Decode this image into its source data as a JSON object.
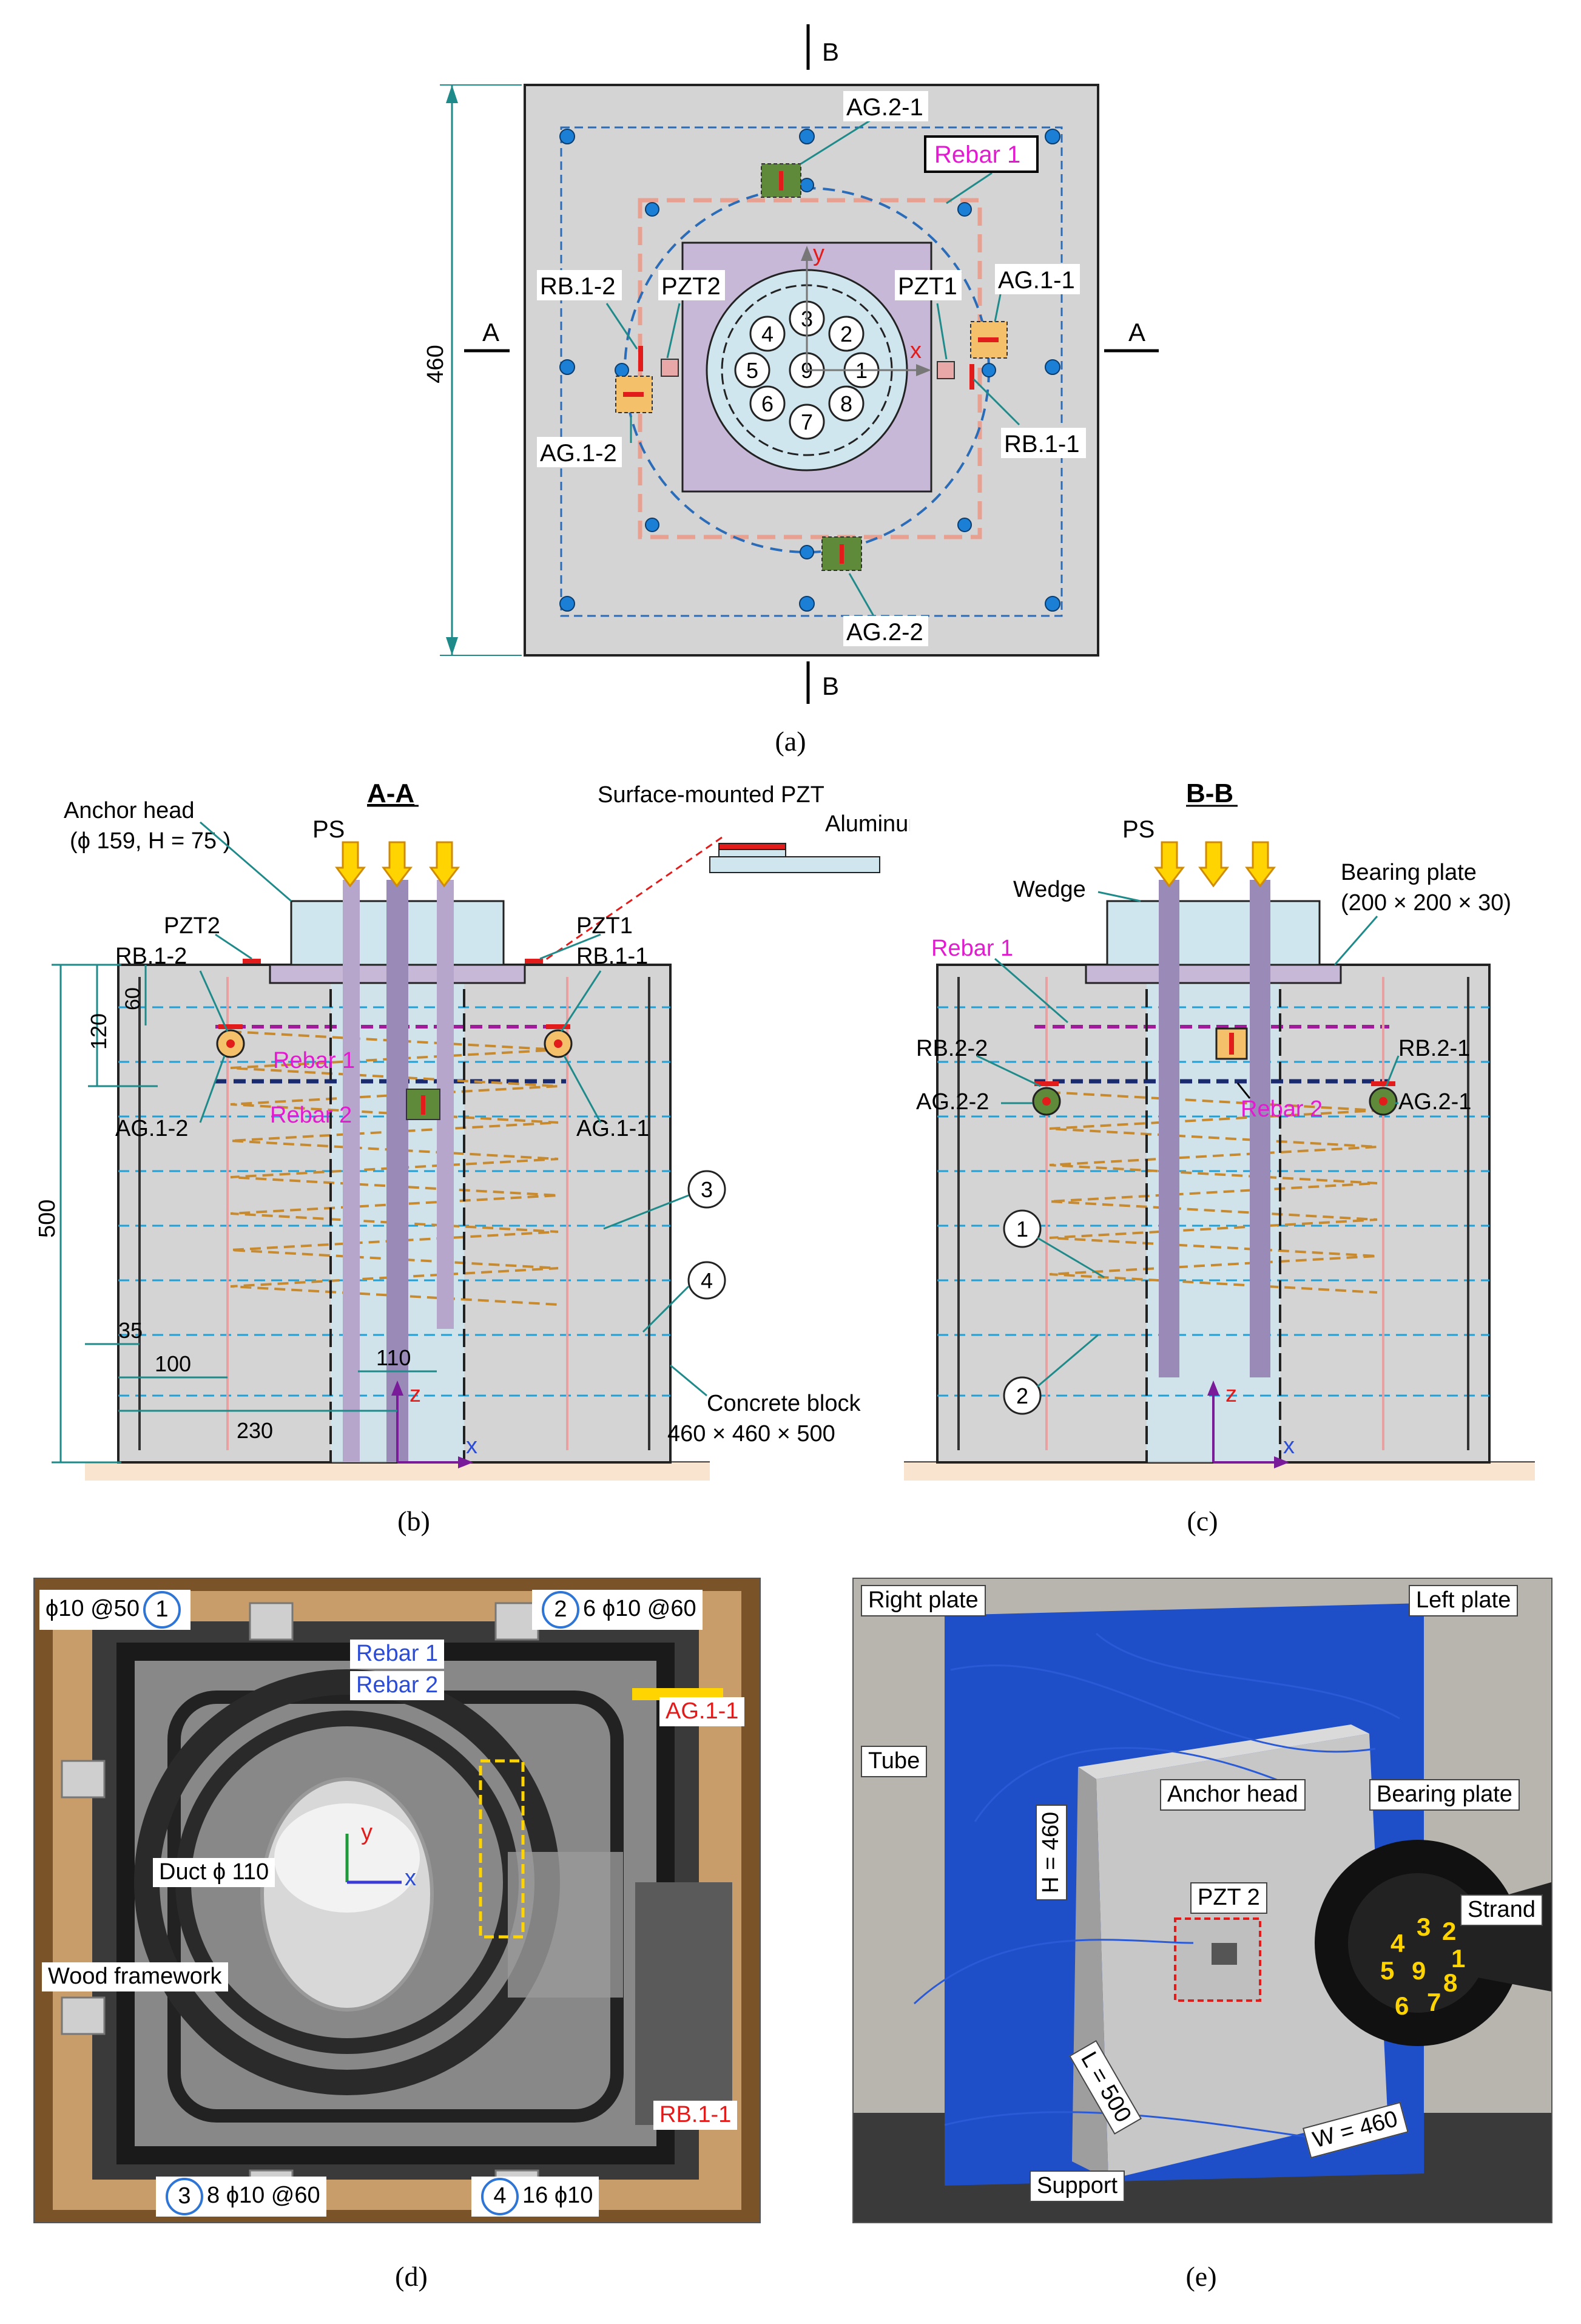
{
  "captions": {
    "a": "(a)",
    "b": "(b)",
    "c": "(c)",
    "d": "(d)",
    "e": "(e)"
  },
  "plan": {
    "section_b": "B",
    "section_a": "A",
    "dim_460": "460",
    "labels": {
      "ag21": "AG.2-1",
      "ag22": "AG.2-2",
      "ag11": "AG.1-1",
      "ag12": "AG.1-2",
      "rb12": "RB.1-2",
      "rb11": "RB.1-1",
      "pzt2": "PZT2",
      "pzt1": "PZT1",
      "rebar1": "Rebar 1",
      "axis_x": "x",
      "axis_y": "y"
    },
    "strands": [
      "1",
      "2",
      "3",
      "4",
      "5",
      "6",
      "7",
      "8",
      "9"
    ]
  },
  "section_aa": {
    "title": "A-A",
    "anchor_head": "Anchor head",
    "anchor_head_dims": "(ϕ 159, H = 75 )",
    "ps": "PS",
    "surface_pzt": "Surface-mounted PZT",
    "aluminum": "Aluminum",
    "pzt2": "PZT2",
    "pzt1": "PZT1",
    "rb12": "RB.1-2",
    "rb11": "RB.1-1",
    "ag12": "AG.1-2",
    "ag11": "AG.1-1",
    "rebar1": "Rebar 1",
    "rebar2": "Rebar 2",
    "dim_60": "60",
    "dim_120": "120",
    "dim_500": "500",
    "dim_35": "35",
    "dim_100": "100",
    "dim_230": "230",
    "dim_110": "110",
    "n3": "3",
    "n4": "4",
    "concrete_block": "Concrete block",
    "concrete_dims": "460 × 460 × 500",
    "axis_z": "z",
    "axis_x": "x"
  },
  "section_bb": {
    "title": "B-B",
    "ps": "PS",
    "wedge": "Wedge",
    "bearing_plate": "Bearing plate",
    "bearing_dims": "(200 × 200 × 30)",
    "rebar1": "Rebar 1",
    "rebar2": "Rebar 2",
    "rb22": "RB.2-2",
    "rb21": "RB.2-1",
    "ag22": "AG.2-2",
    "ag21": "AG.2-1",
    "n1": "1",
    "n2": "2",
    "axis_z": "z",
    "axis_x": "x"
  },
  "photo_d": {
    "l1_text": "ϕ10 @50",
    "l1_num": "1",
    "l2_num": "2",
    "l2_text": "6 ϕ10 @60",
    "rebar1": "Rebar 1",
    "rebar2": "Rebar 2",
    "ag11": "AG.1-1",
    "rb11": "RB.1-1",
    "duct": "Duct ϕ 110",
    "wood": "Wood framework",
    "l3_num": "3",
    "l3_text": "8 ϕ10 @60",
    "l4_num": "4",
    "l4_text": "16 ϕ10",
    "axis_x": "x",
    "axis_y": "y"
  },
  "photo_e": {
    "right_plate": "Right plate",
    "left_plate": "Left plate",
    "tube": "Tube",
    "anchor_head": "Anchor head",
    "bearing_plate": "Bearing plate",
    "h": "H = 460",
    "pzt2": "PZT 2",
    "strand": "Strand",
    "l": "L = 500",
    "w": "W = 460",
    "support": "Support",
    "strands": [
      "3",
      "2",
      "4",
      "1",
      "5",
      "9",
      "8",
      "6",
      "7"
    ]
  }
}
